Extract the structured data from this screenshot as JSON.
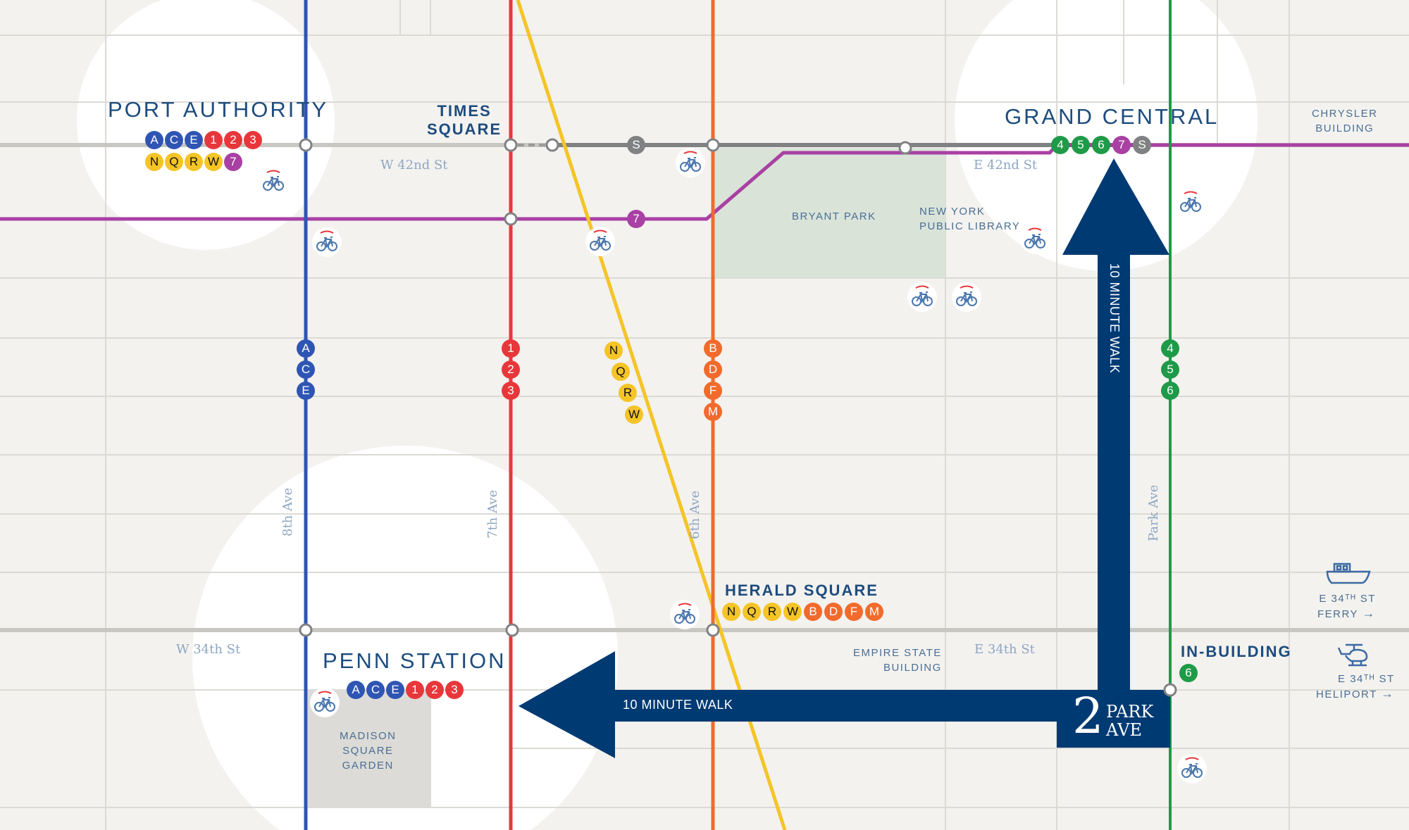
{
  "colors": {
    "background": "#f3f2ef",
    "street_grid": "#dcdad5",
    "major_street": "#c9c7c1",
    "halo": "#ffffff",
    "brand_navy": "#003a73",
    "ace_blue": "#2f55b4",
    "line_123_red": "#e8373b",
    "nqrw_yellow": "#f5c426",
    "bdfm_orange": "#f26a2c",
    "line_7_purple": "#a940a3",
    "line_456_green": "#1e9a48",
    "shuttle_gray": "#808183",
    "park_green": "#d9e3d8",
    "msg_gray": "#dcdbd7"
  },
  "stations": {
    "port_authority": {
      "name": "PORT AUTHORITY",
      "lines_row1": [
        "A",
        "C",
        "E",
        "1",
        "2",
        "3"
      ],
      "lines_row2": [
        "N",
        "Q",
        "R",
        "W",
        "7"
      ]
    },
    "times_square": {
      "name_line1": "TIMES",
      "name_line2": "SQUARE"
    },
    "grand_central": {
      "name": "GRAND CENTRAL",
      "lines": [
        "4",
        "5",
        "6",
        "7",
        "S"
      ]
    },
    "herald_square": {
      "name": "HERALD SQUARE",
      "lines": [
        "N",
        "Q",
        "R",
        "W",
        "B",
        "D",
        "F",
        "M"
      ]
    },
    "penn_station": {
      "name": "PENN STATION",
      "lines": [
        "A",
        "C",
        "E",
        "1",
        "2",
        "3"
      ]
    },
    "in_building": {
      "name": "IN-BUILDING",
      "lines": [
        "6"
      ]
    }
  },
  "line_markers": {
    "eighth_ave": [
      "A",
      "C",
      "E"
    ],
    "seventh_ave": [
      "1",
      "2",
      "3"
    ],
    "broadway": [
      "N",
      "Q",
      "R",
      "W"
    ],
    "sixth_ave": [
      "B",
      "D",
      "F",
      "M"
    ],
    "park_ave": [
      "4",
      "5",
      "6"
    ],
    "shuttle": "S",
    "flushing": "7"
  },
  "streets": {
    "w42": "W 42nd St",
    "e42": "E 42nd St",
    "w34": "W 34th St",
    "e34": "E 34th St",
    "eighth": "8th Ave",
    "seventh": "7th Ave",
    "sixth": "6th Ave",
    "park": "Park Ave"
  },
  "landmarks": {
    "bryant_park": "BRYANT PARK",
    "nypl_line1": "NEW YORK",
    "nypl_line2": "PUBLIC LIBRARY",
    "chrysler_line1": "CHRYSLER",
    "chrysler_line2": "BUILDING",
    "empire_line1": "EMPIRE STATE",
    "empire_line2": "BUILDING",
    "msg_line1": "MADISON",
    "msg_line2": "SQUARE",
    "msg_line3": "GARDEN"
  },
  "transport": {
    "ferry_line1": "E 34ᵀᴴ ST",
    "ferry_line2": "FERRY",
    "heliport_line1": "E 34ᵀᴴ ST",
    "heliport_line2": "HELIPORT",
    "arrow": "→"
  },
  "walk": {
    "horizontal_label": "10 MINUTE WALK",
    "vertical_label": "10 MINUTE WALK"
  },
  "brand": {
    "number": "2",
    "word1": "PARK",
    "word2": "AVE"
  },
  "icons": {
    "bike_share": "bike-share-icon",
    "ferry": "ferry-icon",
    "helicopter": "helicopter-icon"
  }
}
